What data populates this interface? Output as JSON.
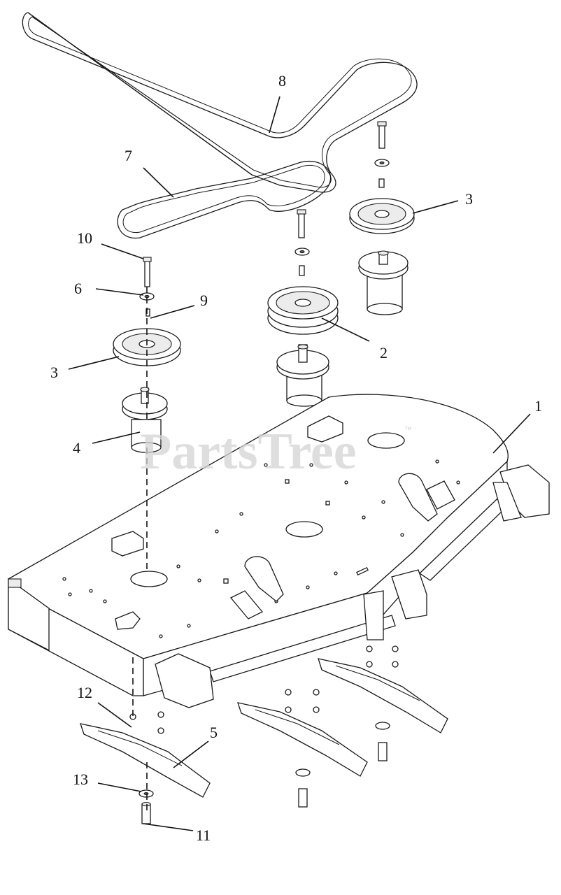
{
  "diagram": {
    "callouts": [
      "1",
      "2",
      "3",
      "3",
      "4",
      "5",
      "6",
      "7",
      "8",
      "9",
      "10",
      "11",
      "12",
      "13"
    ],
    "watermark": "PartsTree",
    "trademark": "™"
  },
  "colors": {
    "line": "#1a1a1a",
    "watermark": "#d4d4d4",
    "background": "#ffffff"
  }
}
